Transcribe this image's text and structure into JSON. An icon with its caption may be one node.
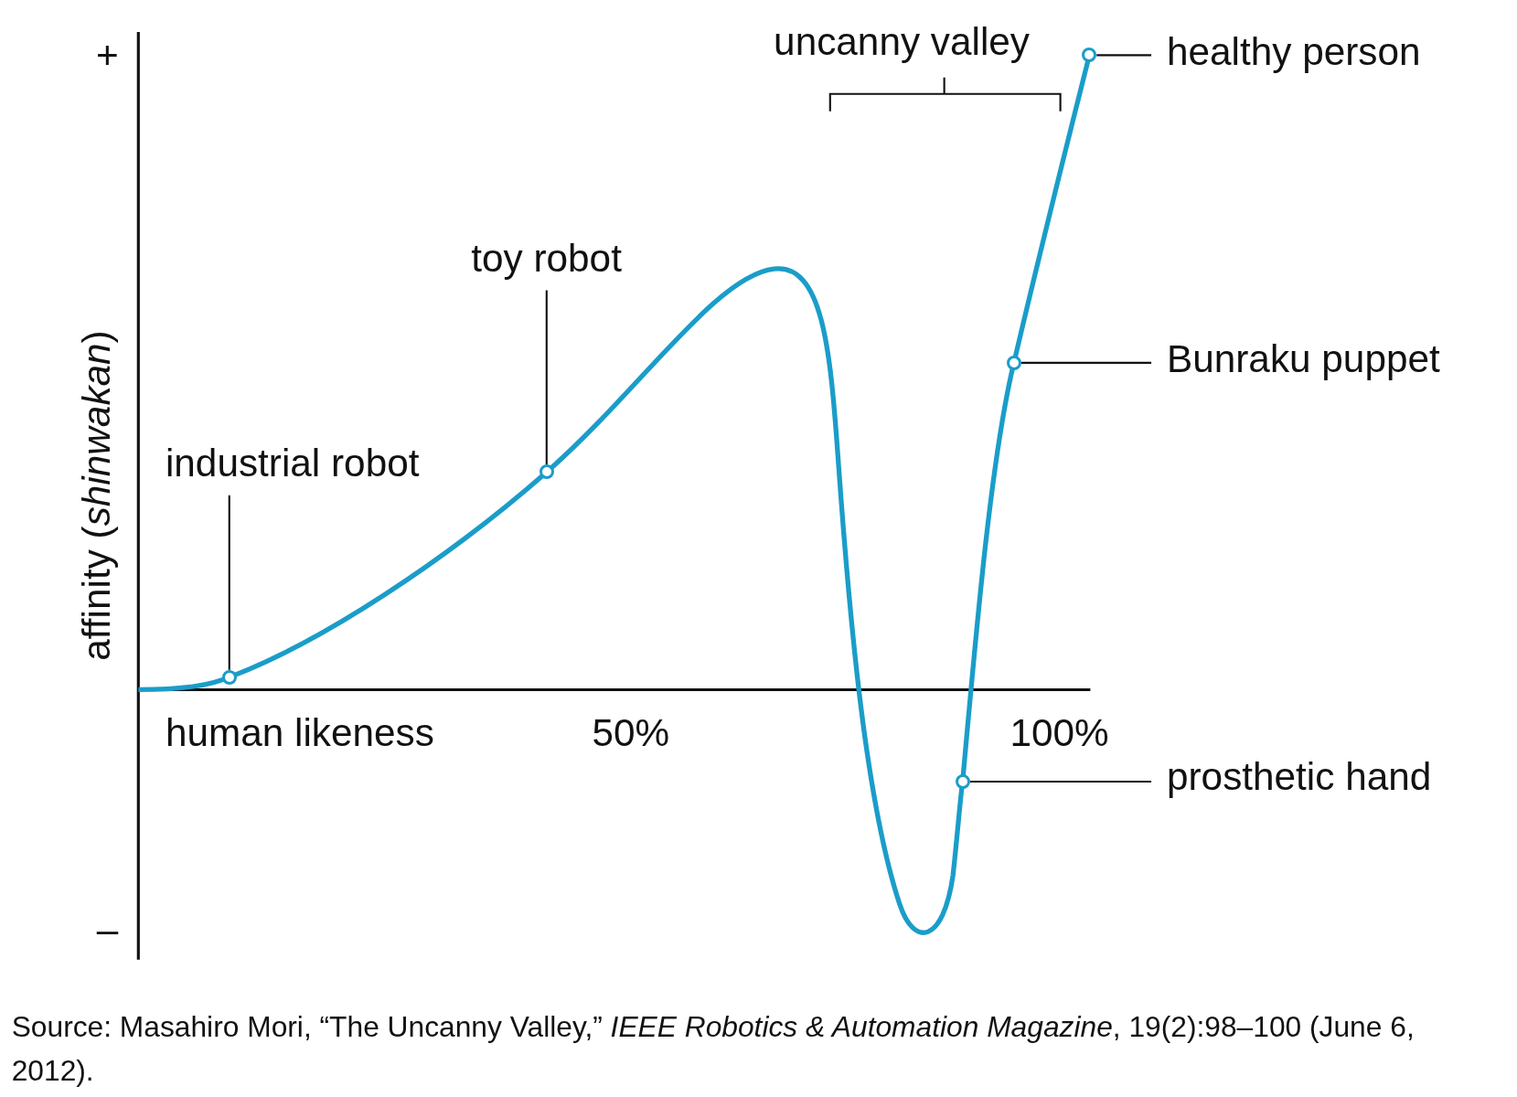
{
  "diagram": {
    "caption": "Source: Masahiro Mori, “The Uncanny Valley,” *IEEE Robotics & Automation Magazine*, 19(2):98–100 (June 6, 2012).",
    "nodes": [
      {
        "text": [
          "healthy person"
        ]
      },
      {
        "text": [],
        "shape": "circle"
      },
      {
        "text": [
          "toy robot"
        ]
      },
      {
        "text": [],
        "shape": "circle"
      },
      {
        "text": [
          "Bunraku puppet"
        ]
      },
      {
        "text": [],
        "shape": "circle"
      },
      {
        "text": [
          "industrial robot"
        ]
      },
      {
        "text": [],
        "shape": "circle"
      },
      {
        "text": [
          "prosthetic hand"
        ]
      },
      {
        "text": [],
        "shape": "circle"
      }
    ],
    "edges": [
      {
        "from": 0,
        "to": 1,
        "arrow": "none"
      },
      {
        "from": 2,
        "to": 3,
        "arrow": "none"
      },
      {
        "from": 4,
        "to": 5,
        "arrow": "none"
      },
      {
        "from": 6,
        "to": 7,
        "arrow": "none"
      },
      {
        "from": 8,
        "to": 9,
        "arrow": "none"
      }
    ],
    "labels": [
      "uncanny valley",
      "+",
      "affinity (*shinwakan*)",
      "human likeness",
      "50%",
      "100%",
      "–"
    ]
  }
}
